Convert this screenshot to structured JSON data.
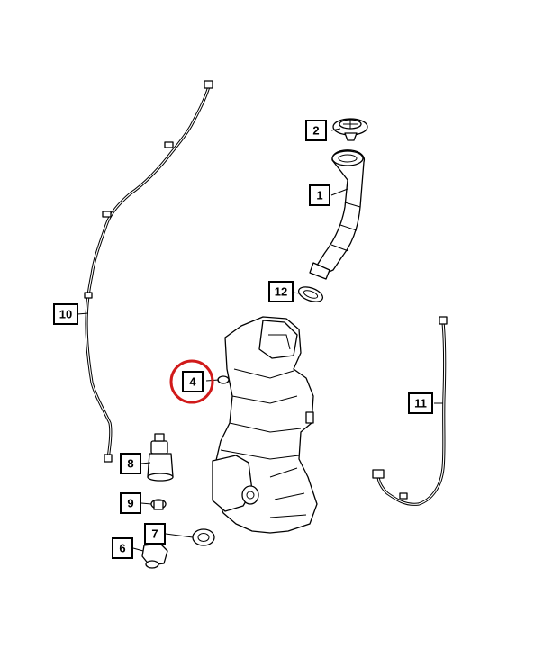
{
  "diagram": {
    "callouts": [
      {
        "id": "c1",
        "label": "1"
      },
      {
        "id": "c2",
        "label": "2"
      },
      {
        "id": "c4",
        "label": "4"
      },
      {
        "id": "c6",
        "label": "6"
      },
      {
        "id": "c7",
        "label": "7"
      },
      {
        "id": "c8",
        "label": "8"
      },
      {
        "id": "c9",
        "label": "9"
      },
      {
        "id": "c10",
        "label": "10"
      },
      {
        "id": "c11",
        "label": "11"
      },
      {
        "id": "c12",
        "label": "12"
      }
    ],
    "highlighted_callout": "4",
    "highlight_color": "#d11a1a"
  }
}
